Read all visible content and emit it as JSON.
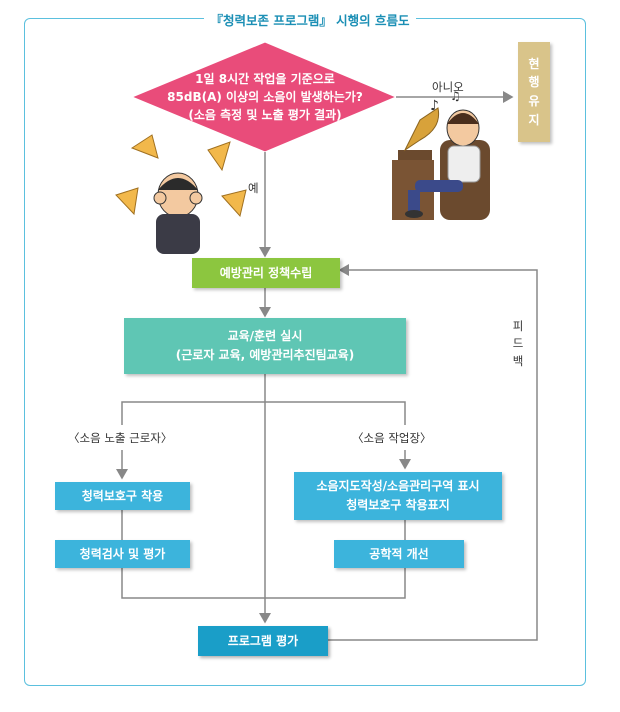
{
  "title": "『청력보존 프로그램』 시행의 흐름도",
  "decision": {
    "line1": "1일 8시간 작업을 기준으로",
    "line2": "85dB(A) 이상의 소음이 발생하는가?",
    "line3": "(소음 측정 및 노출 평가 결과)"
  },
  "branches": {
    "no": "아니오",
    "yes": "예",
    "feedback": "피드백"
  },
  "status_quo": "현행유지",
  "steps": {
    "policy": "예방관리 정책수립",
    "education_line1": "교육/훈련 실시",
    "education_line2": "(근로자 교육, 예방관리추진팀교육)",
    "evaluation": "프로그램 평가"
  },
  "left_branch": {
    "label": "〈소음 노출 근로자〉",
    "step1": "청력보호구 착용",
    "step2": "청력검사 및 평가"
  },
  "right_branch": {
    "label": "〈소음 작업장〉",
    "step1_line1": "소음지도작성/소음관리구역 표시",
    "step1_line2": "청력보호구 착용표지",
    "step2": "공학적 개선"
  },
  "colors": {
    "frame": "#5bc0de",
    "decision": "#e94c7a",
    "policy": "#8cc63f",
    "education": "#5fc6b4",
    "branch_step": "#3cb4dc",
    "evaluation": "#1a9ec8",
    "status_quo": "#d9c48a"
  },
  "icons": [
    "stressed-worker-illustration",
    "relaxed-listener-illustration",
    "megaphone-icon",
    "gramophone-icon",
    "music-note-icon"
  ]
}
